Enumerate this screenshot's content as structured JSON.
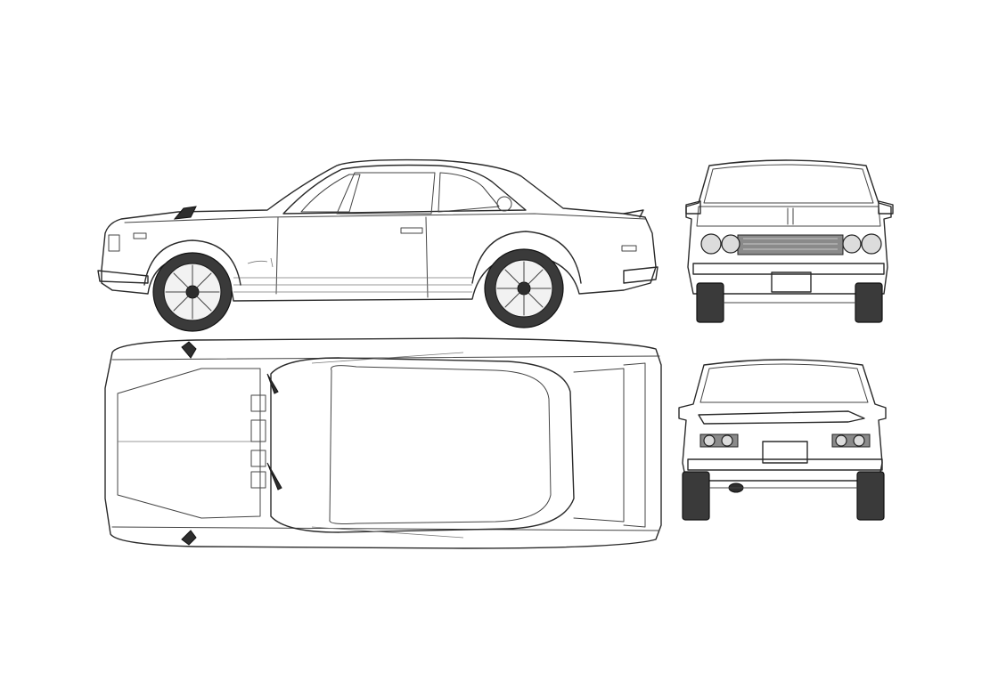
{
  "drawing": {
    "views": [
      {
        "id": "side",
        "label": ""
      },
      {
        "id": "top",
        "label": ""
      },
      {
        "id": "front",
        "label": ""
      },
      {
        "id": "rear",
        "label": ""
      }
    ],
    "colors": {
      "background": "#ffffff",
      "line": "#2a2a2a",
      "tire": "#3a3a3a"
    }
  }
}
